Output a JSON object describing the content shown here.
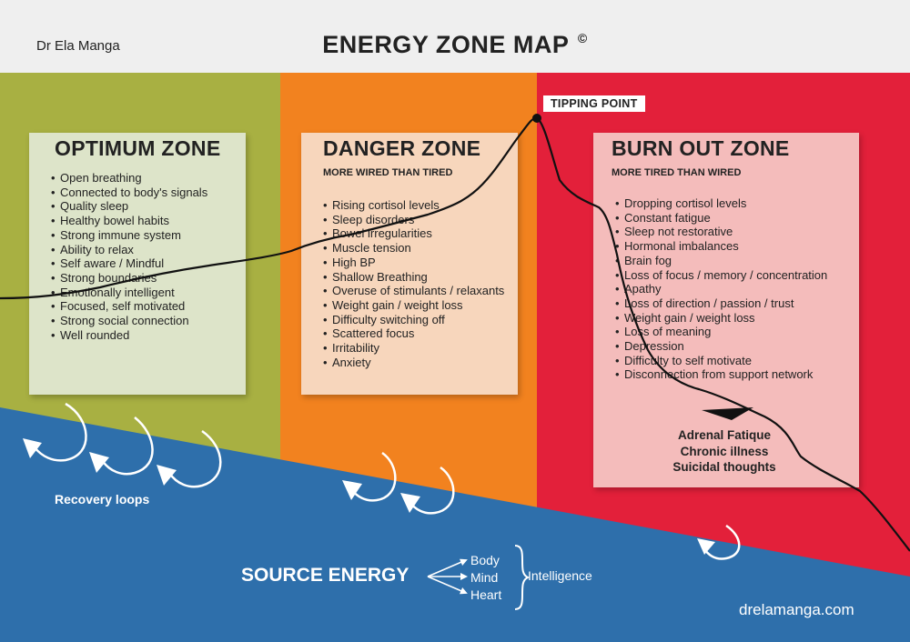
{
  "header": {
    "author": "Dr Ela Manga",
    "title": "ENERGY ZONE MAP",
    "copyright": "©"
  },
  "colors": {
    "optimum_zone": "#a8b042",
    "danger_zone": "#f2821f",
    "burnout_zone": "#e3203a",
    "source_energy": "#2e6fab",
    "header": "#efefef"
  },
  "tipping_point": "TIPPING POINT",
  "optimum": {
    "title": "OPTIMUM ZONE",
    "items": [
      "Open breathing",
      "Connected to body's signals",
      "Quality sleep",
      "Healthy bowel habits",
      "Strong immune system",
      "Ability to relax",
      "Self aware / Mindful",
      "Strong boundaries",
      "Emotionally intelligent",
      "Focused, self motivated",
      "Strong social connection",
      "Well rounded"
    ]
  },
  "danger": {
    "title": "DANGER ZONE",
    "subtitle": "MORE WIRED THAN TIRED",
    "items": [
      "Rising cortisol levels",
      "Sleep disorders",
      "Bowel irregularities",
      "Muscle tension",
      "High BP",
      "Shallow Breathing",
      "Overuse of stimulants / relaxants",
      "Weight gain / weight loss",
      "Difficulty switching off",
      "Scattered focus",
      "Irritability",
      "Anxiety"
    ]
  },
  "burnout": {
    "title": "BURN OUT ZONE",
    "subtitle": "MORE TIRED THAN WIRED",
    "items": [
      "Dropping cortisol levels",
      "Constant fatigue",
      "Sleep not restorative",
      "Hormonal imbalances",
      "Brain fog",
      "Loss of focus / memory / concentration",
      "Apathy",
      "Loss of direction / passion / trust",
      "Weight gain / weight loss",
      "Loss of meaning",
      "Depression",
      "Difficulty to self motivate",
      "Disconnection from support network"
    ],
    "outcomes": [
      "Adrenal Fatique",
      "Chronic illness",
      "Suicidal thoughts"
    ]
  },
  "recovery_label": "Recovery loops",
  "source": {
    "title": "SOURCE ENERGY",
    "branches": [
      "Body",
      "Mind",
      "Heart"
    ],
    "intelligence": "Intelligence"
  },
  "website": "drelamanga.com"
}
